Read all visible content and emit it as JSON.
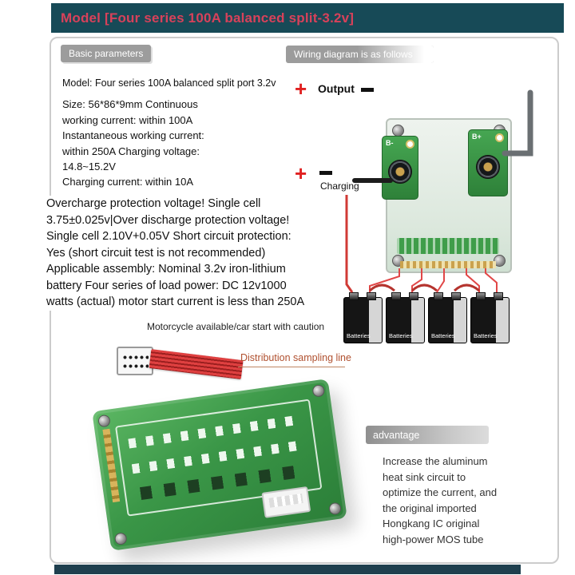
{
  "header": {
    "title": "Model [Four series 100A balanced split-3.2v]"
  },
  "basic": {
    "badge": "Basic parameters",
    "model_line": "Model: Four series 100A balanced split port 3.2v",
    "size_block": "Size: 56*86*9mm Continuous\nworking current: within 100A\nInstantaneous working current:\nwithin 250A Charging voltage:\n14.8~15.2V",
    "charging_line": "Charging current: within 10A",
    "protection_block": "Overcharge protection voltage! Single cell\n3.75±0.025v|Over discharge protection voltage!\nSingle cell 2.10V+0.05V Short circuit protection:\nYes (short circuit test is not recommended)\nApplicable assembly: Nominal 3.2v iron-lithium\nbattery Four series of load power: DC 12v1000\nwatts (actual) motor start current is less than 250A",
    "caution_line": "Motorcycle available/car start with caution"
  },
  "wiring": {
    "badge": "Wiring diagram is as follows",
    "output_plus": "+",
    "output_label": "Output",
    "output_minus": "-",
    "charging_plus": "+",
    "charging_minus": "-",
    "charging_label": "Charging",
    "pcb": {
      "b_minus": "B-",
      "b_plus": "B+"
    },
    "battery_label": "Batteries",
    "battery_count": 4
  },
  "sampling": {
    "label": "Distribution sampling line"
  },
  "advantage": {
    "badge": "advantage",
    "text": "Increase the aluminum\nheat sink circuit to\noptimize the current, and\nthe original imported\nHongkang IC original\nhigh-power MOS tube"
  },
  "colors": {
    "header_bg": "#174a57",
    "title_text": "#d8415a",
    "badge_gray": "#9c9c9c",
    "pcb_green": "#3a9647",
    "wire_red": "#e14747",
    "sampling_label": "#b0502f",
    "footer_bar": "#1e3f4e"
  }
}
